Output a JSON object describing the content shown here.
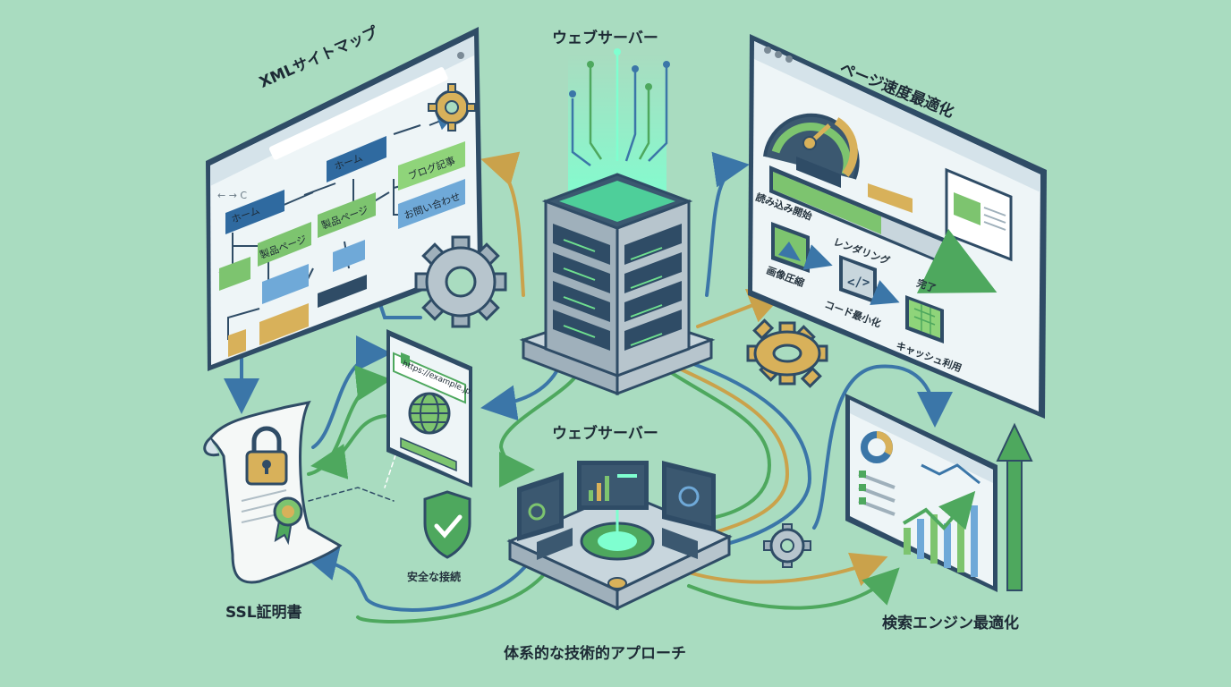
{
  "labels": {
    "top_server": "ウェブサーバー",
    "center_server": "ウェブサーバー",
    "xml_sitemap": "XMLサイトマップ",
    "page_speed": "ページ速度最適化",
    "ssl_certificate": "SSL証明書",
    "secure_connection": "安全な接続",
    "seo": "検索エンジン最適化",
    "systematic_approach": "体系的な技術的アプローチ"
  },
  "sitemap": {
    "home_1": "ホーム",
    "home_2": "ホーム",
    "sub_page_1": "製品ページ",
    "sub_page_2": "製品ページ",
    "blog": "ブログ記事",
    "contact": "お問い合わせ"
  },
  "browser": {
    "url": "https://example.jp"
  },
  "speed": {
    "load_start": "読み込み開始",
    "rendering": "レンダリング",
    "complete": "完了",
    "image_compress": "画像圧縮",
    "code_minify": "コード最小化",
    "cache_use": "キャッシュ利用"
  },
  "colors": {
    "background": "#a9dcc0",
    "navy": "#2f4c66",
    "blue_box": "#6fa9d8",
    "green_box": "#7dc46f",
    "gold": "#d8b15a",
    "green_arrow": "#56b36a"
  }
}
